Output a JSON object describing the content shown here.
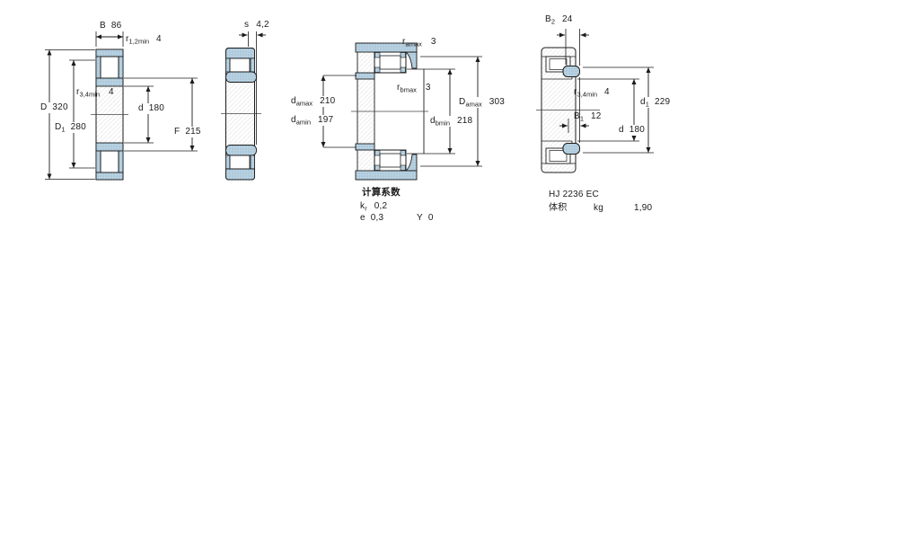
{
  "colors": {
    "ring_fill": "#b9d2e2",
    "ring_dot": "#8fb4cb",
    "outline": "#1b1b1b",
    "hatch": "#ededed",
    "background": "#ffffff"
  },
  "labels": {
    "B": {
      "base": "B",
      "value": "86"
    },
    "r12min": {
      "base": "r",
      "sub": "1,2min",
      "value": "4"
    },
    "r34min_main": {
      "base": "r",
      "sub": "3,4min",
      "value": "4"
    },
    "D": {
      "base": "D",
      "value": "320"
    },
    "D1": {
      "base": "D",
      "sub": "1",
      "value": "280"
    },
    "d_main": {
      "base": "d",
      "value": "180"
    },
    "F": {
      "base": "F",
      "value": "215"
    },
    "s": {
      "base": "s",
      "value": "4,2"
    },
    "ramax": {
      "base": "r",
      "sub": "amax",
      "value": "3"
    },
    "rbmax": {
      "base": "r",
      "sub": "bmax",
      "value": "3"
    },
    "damax": {
      "base": "d",
      "sub": "amax",
      "value": "210"
    },
    "damin": {
      "base": "d",
      "sub": "amin",
      "value": "197"
    },
    "Damax": {
      "base": "D",
      "sub": "amax",
      "value": "303"
    },
    "dbmin": {
      "base": "d",
      "sub": "bmin",
      "value": "218"
    },
    "B2": {
      "base": "B",
      "sub": "2",
      "value": "24"
    },
    "r34min_ring": {
      "base": "r",
      "sub": "3,4min",
      "value": "4"
    },
    "B1": {
      "base": "B",
      "sub": "1",
      "value": "12"
    },
    "d1": {
      "base": "d",
      "sub": "1",
      "value": "229"
    },
    "d_ring": {
      "base": "d",
      "value": "180"
    }
  },
  "calc": {
    "heading": "计算系数",
    "kr_base": "k",
    "kr_sub": "r",
    "kr_value": "0,2",
    "e_base": "e",
    "e_value": "0,3",
    "y_base": "Y",
    "y_value": "0"
  },
  "ring": {
    "designation": "HJ 2236 EC",
    "mass_label": "体积",
    "mass_unit": "kg",
    "mass_value": "1,90"
  }
}
